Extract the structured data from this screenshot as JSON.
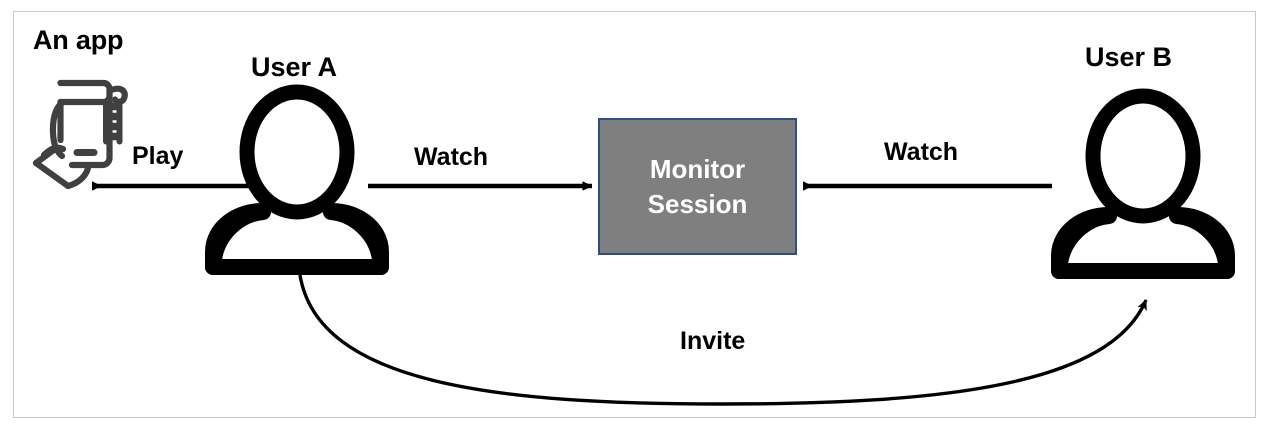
{
  "diagram": {
    "title_note": "An app",
    "nodes": {
      "app": {
        "label": "An app",
        "icon": "hand-holding-phone-icon",
        "icon_color": "#404040"
      },
      "user_a": {
        "label": "User A",
        "icon": "person-icon",
        "icon_color": "#000000"
      },
      "user_b": {
        "label": "User B",
        "icon": "person-icon",
        "icon_color": "#000000"
      },
      "monitor_session": {
        "line1": "Monitor",
        "line2": "Session",
        "fill_color": "#7f7f7f",
        "border_color": "#2e4e88",
        "text_color": "#ffffff"
      }
    },
    "edges": [
      {
        "name": "play-edge",
        "label": "Play",
        "from": "user_a",
        "to": "app",
        "direction": "left",
        "style": "straight"
      },
      {
        "name": "watch-left-edge",
        "label": "Watch",
        "from": "user_a",
        "to": "monitor_session",
        "direction": "right",
        "style": "straight"
      },
      {
        "name": "watch-right-edge",
        "label": "Watch",
        "from": "user_b",
        "to": "monitor_session",
        "direction": "left",
        "style": "straight"
      },
      {
        "name": "invite-edge",
        "label": "Invite",
        "from": "user_a",
        "to": "user_b",
        "direction": "right",
        "style": "curved"
      }
    ],
    "frame": {
      "border_color": "#c9c9cb"
    }
  }
}
